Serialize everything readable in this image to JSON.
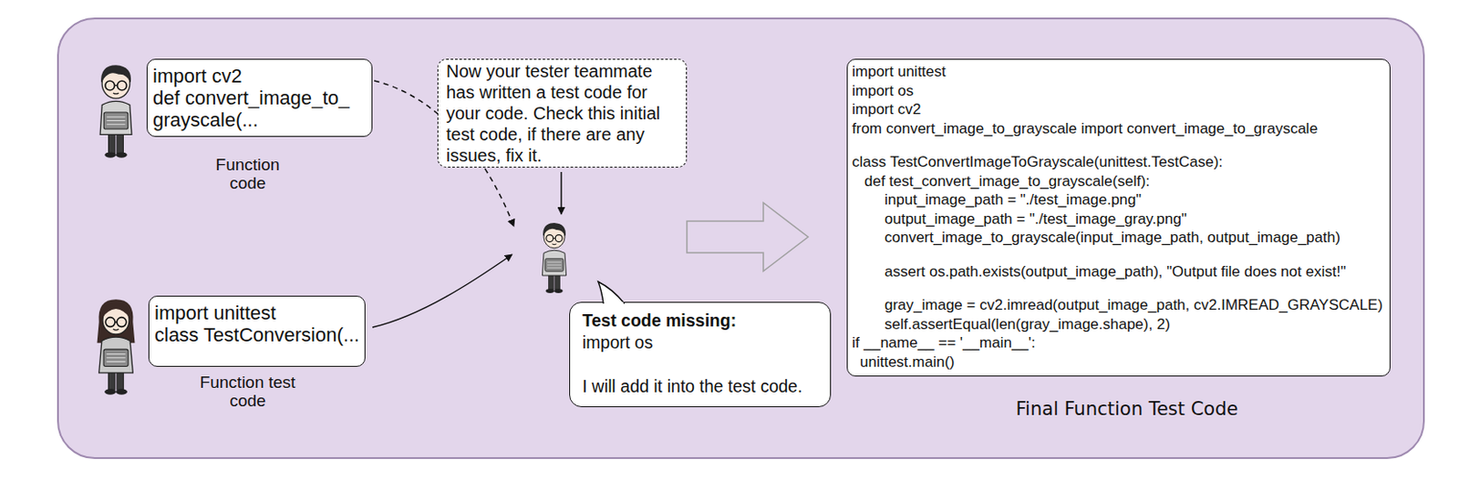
{
  "diagram": {
    "nodes": [
      {
        "text": [
          "import cv2",
          "def convert_image_to_",
          "grayscale(...",
          "Function code"
        ]
      },
      {
        "text": [
          "Now your tester teammate has written a test code for your code. Check this initial test code, if there are any issues, fix it."
        ]
      },
      {
        "text": [
          "import unittest",
          "class TestConversion(...",
          "Function test code"
        ]
      },
      {
        "text": [
          "Test code missing:",
          "import os",
          "I will add it into the test code."
        ]
      },
      {
        "text": [
          "import unittest",
          "import os",
          "import cv2",
          "from convert_image_to_grayscale import convert_image_to_grayscale",
          "class TestConvertImageToGrayscale(unittest.TestCase):",
          "def test_convert_image_to_grayscale(self):",
          "input_image_path = \"./test_image.png\"",
          "output_image_path = \"./test_image_gray.png\"",
          "convert_image_to_grayscale(input_image_path, output_image_path)",
          "assert os.path.exists(output_image_path), \"Output file does not exist!\"",
          "gray_image = cv2.imread(output_image_path, cv2.IMREAD_GRAYSCALE)",
          "self.assertEqual(len(gray_image.shape), 2)",
          "if __name__ == '__main__':",
          "unittest.main()",
          "Final Function Test Code"
        ]
      }
    ]
  }
}
